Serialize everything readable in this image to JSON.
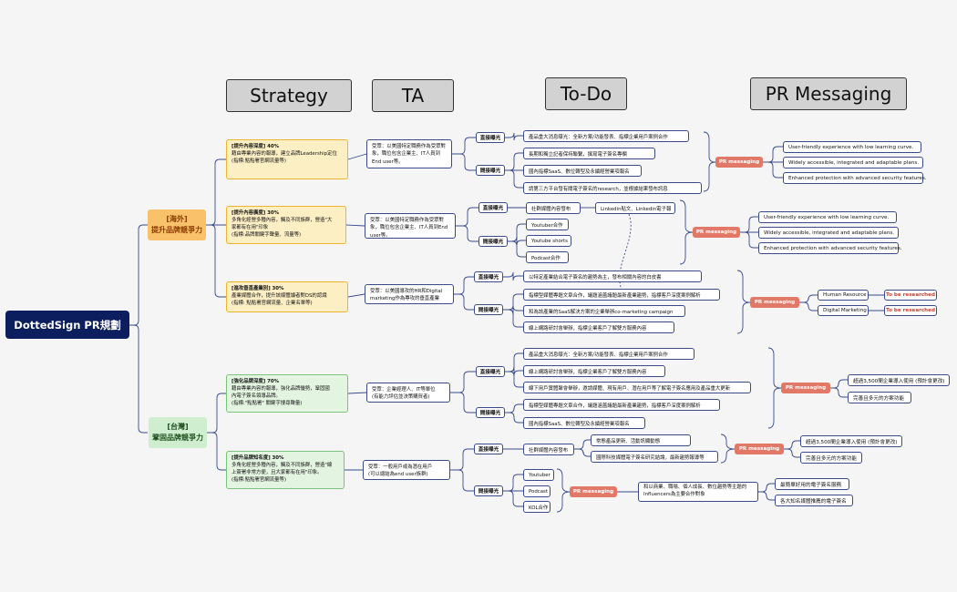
{
  "headers": {
    "strategy": "Strategy",
    "ta": "TA",
    "todo": "To-Do",
    "pr": "PR Messaging"
  },
  "root": "DottedSign PR規劃",
  "regions": {
    "overseas": {
      "line1": "[海外]",
      "line2": "提升品牌競爭力"
    },
    "taiwan": {
      "line1": "[台灣]",
      "line2": "鞏固品牌競爭力"
    }
  },
  "strategies": {
    "s1": {
      "title": "[提升內容深度] 40%",
      "line1": "藉由專業內容的報導，建立品牌Leadership定位",
      "line2": "(指標:點點署官網流量等)"
    },
    "s2": {
      "title": "[提升內容廣度] 30%",
      "line1": "多角化經營多種內容，觸及不同族群，營造\"大",
      "line2": "家都有在用\"印象",
      "line3": "(指標:品牌關鍵字聲量、流量等)"
    },
    "s3": {
      "title": "[進攻垂直產業別] 30%",
      "line1": "產業媒體合作，提升該媒體讀者對DS的認識",
      "line2": "(指標: 點點署官網流量、企業名單等)"
    },
    "s4": {
      "title": "[強化品牌深度] 70%",
      "line1": "藉由專業內容的報導，強化品牌優勢，鞏固國",
      "line2": "內電子簽名領導品牌。",
      "line3": "(指標:\"點點署\" 關鍵字搜尋聲量)"
    },
    "s5": {
      "title": "[提升品牌知名度] 30%",
      "line1": "多角化經營多種內容，觸及不同族群，營造\"線",
      "line2": "上簽署非常方便，且大家都有在用\"印象。",
      "line3": "(指標:點點署官網流量等)"
    }
  },
  "ta": {
    "t1": {
      "line1": "受眾：以美國特定職務作為受眾對",
      "line2": "象，職位包含企業主、IT人員到",
      "line3": "End user等。"
    },
    "t2": {
      "line1": "受眾：以美國特定職務作為受眾對",
      "line2": "象，職位包含企業主、IT人員到End",
      "line3": "user等。"
    },
    "t3": {
      "line1": "受眾：以美國導攻的HR和Digital",
      "line2": "marketing作為專攻的垂直產業"
    },
    "t4": {
      "line1": "受眾：企業經理人、IT等單位",
      "line2": "(有能力評估並決策購買者)"
    },
    "t5": {
      "line1": "受眾：一般用戶或為潛在用戶",
      "line2": "(可以總結為end user族群)"
    }
  },
  "exposure": {
    "direct": "直接曝光",
    "indirect": "間接曝光"
  },
  "todo": {
    "b1_direct": [
      "產品重大消息曝光：全新方案/功能發表、指標企業用戶案例合作"
    ],
    "b1_indirect": [
      "長期和獨立記者保持聯繫，撰寫電子簽名專欄",
      "國內指標SaaS、數位轉型及永續經營業項報名",
      "請第三方平台發有關電子簽名的research，並根據結果發布訊息"
    ],
    "b2_direct": [
      "社群媒體內容發布",
      "Linkedin貼文、Linkedin電子報"
    ],
    "b2_indirect": [
      "Youtuber合作",
      "Youtube shorts",
      "Podcast合作"
    ],
    "b3_direct": [
      "以特定產業結合電子簽名的趨勢為主，發布相關內容的白皮書"
    ],
    "b3_indirect": [
      "指標型媒體專題文章合作，議題涵蓋議題最新產業趨勢，指標客戶深度案例解析",
      "和為該產業的SaaS解決方案的企業舉辦co-marketing campaign",
      "線上網路研討會舉辦，指標企業客戶了解雙方服務內容"
    ],
    "b4_direct": [
      "產品重大消息曝光：全新方案/功能發表、指標企業用戶案例合作",
      "線上網路研討會舉辦，指標企業客戶了解雙方服務內容",
      "線下用戶實體聚會舉辦，邀請媒體、現有用戶、潛在用戶等了解電子簽名應用及產品重大更新"
    ],
    "b4_indirect": [
      "指標型媒體專題文章合作，議題涵蓋議題最新產業趨勢，指標客戶深度案例解析",
      "國內指標SaaS、數位轉型及永續經營業項報名"
    ],
    "b5_direct": [
      "社群媒體內容發布",
      "常態產品更新、活動訊顯動態",
      "國際科技媒體電子簽名研究結論，最新趨勢報導等"
    ],
    "b5_indirect": [
      "Youtuber",
      "Podcast",
      "KOL合作"
    ]
  },
  "pr_label": "PR messaging",
  "pr_messages": {
    "m1": [
      "User-friendly experience with low learning curve.",
      "Widely accessible, integrated and adaptable plans.",
      "Enhanced protection with advanced security features."
    ],
    "m2": [
      "User-friendly experience with low learning curve.",
      "Widely accessible, integrated and adaptable plans.",
      "Enhanced protection with advanced security features."
    ],
    "m3": [
      "Human Resource",
      "Digital Marketing"
    ],
    "m3_status": [
      "To be researched",
      "To be researched"
    ],
    "m4": [
      "超過3,500間企業導入使用 (預計會更改)",
      "完善且多元的方案功能"
    ],
    "m5": [
      "超過3,500間企業導入使用 (預計會更改)",
      "完善且多元的方案功能"
    ],
    "m6_input": [
      "和以商業、職場、個人成長、數位趨勢等主題的",
      "Influencers為主要合作對象"
    ],
    "m6": [
      "最簡單好用的電子簽名服務",
      "各大知名媒體推薦的電子簽名"
    ]
  },
  "colors": {
    "root": "#0d1e5e",
    "overseas": "#f9c26a",
    "taiwan": "#cfeecf",
    "pr": "#e27866",
    "line": "#3a4a8a"
  }
}
